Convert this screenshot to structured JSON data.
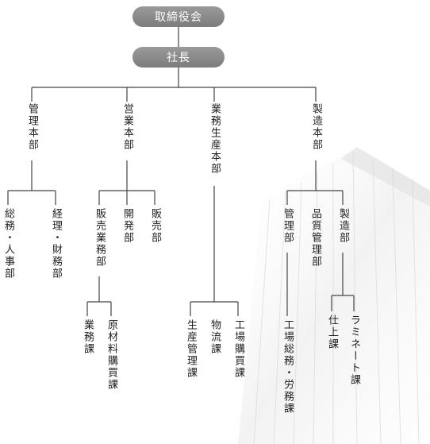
{
  "colors": {
    "pill": "#888888",
    "line": "#444444",
    "text": "#222222"
  },
  "top": {
    "board": "取締役会",
    "president": "社長"
  },
  "headquarters": [
    {
      "name": "管理本部",
      "departments": [
        "総務・人事部",
        "経理・財務部"
      ]
    },
    {
      "name": "営業本部",
      "departments": [
        "販売業務部",
        "開発部",
        "販売部"
      ],
      "sections": [
        "業務課",
        "原材料購買課"
      ]
    },
    {
      "name": "業務生産本部",
      "sections": [
        "生産管理課",
        "物流課",
        "工場購買課"
      ]
    },
    {
      "name": "製造本部",
      "departments": [
        "管理部",
        "品質管理部",
        "製造部"
      ],
      "sections_admin": [
        "工場総務・労務課"
      ],
      "sections_mfg": [
        "仕上課",
        "ラミネート課"
      ]
    }
  ]
}
